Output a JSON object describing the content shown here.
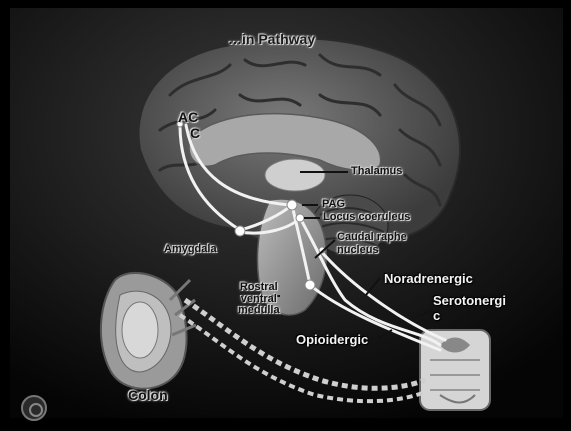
{
  "diagram": {
    "title": "…in Pathway",
    "labels": {
      "ac_line1": "AC",
      "ac_line2": "C",
      "thalamus": "Thalamus",
      "pag": "PAG",
      "locus": "Locus coeruleus",
      "caudal": [
        "Caudal raphe",
        "nucleus"
      ],
      "amygdala": "Amygdala",
      "rvm": [
        "Rostral",
        "ventral",
        "medulla"
      ],
      "noradrenergic": "Noradrenergic",
      "serotonergic": [
        "Serotonergi",
        "c"
      ],
      "opioidergic": "Opioidergic",
      "colon": "Colon"
    }
  },
  "colors": {
    "background": "#000000",
    "panel": "#1e1e1e",
    "brain": "#5a5a5a",
    "brain_inner": "#8a8a8a",
    "pathway": "#f2f2f2",
    "label_dark": "#111111",
    "label_light": "#f4f4f4"
  }
}
